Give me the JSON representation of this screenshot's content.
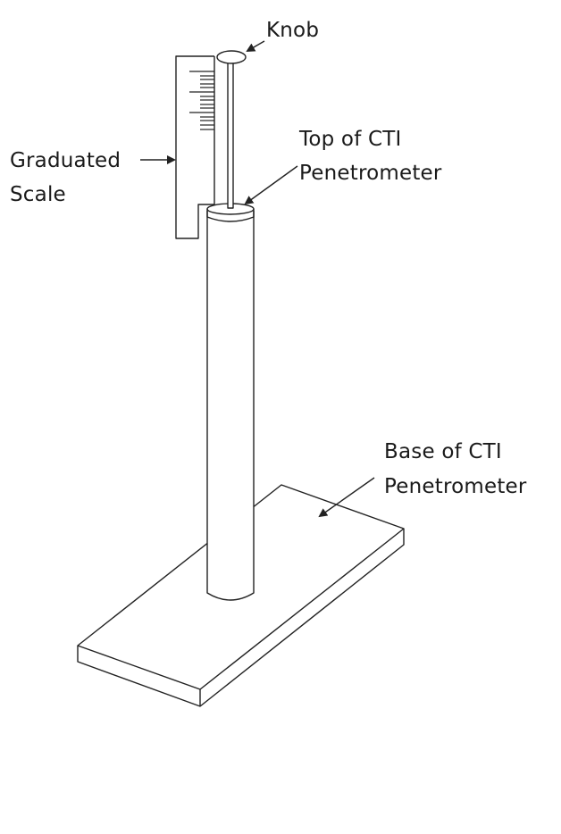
{
  "diagram": {
    "title": "CTI Penetrometer schematic",
    "stroke_color": "#222222",
    "background": "#ffffff"
  },
  "labels": {
    "knob": "Knob",
    "graduated_scale_line1": "Graduated",
    "graduated_scale_line2": "Scale",
    "top_line1": "Top of CTI",
    "top_line2": "Penetrometer",
    "base_line1": "Base of CTI",
    "base_line2": "Penetrometer"
  },
  "components": [
    {
      "name": "Knob",
      "shape": "ellipse"
    },
    {
      "name": "Graduated Scale",
      "shape": "rectangle with tick marks",
      "major_ticks": 3,
      "minor_ticks_between": 4
    },
    {
      "name": "Rod",
      "shape": "thin vertical bar"
    },
    {
      "name": "Top of CTI Penetrometer",
      "shape": "cylinder top cap"
    },
    {
      "name": "Tube",
      "shape": "vertical cylinder"
    },
    {
      "name": "Base of CTI Penetrometer",
      "shape": "rectangular plate (isometric)"
    }
  ]
}
